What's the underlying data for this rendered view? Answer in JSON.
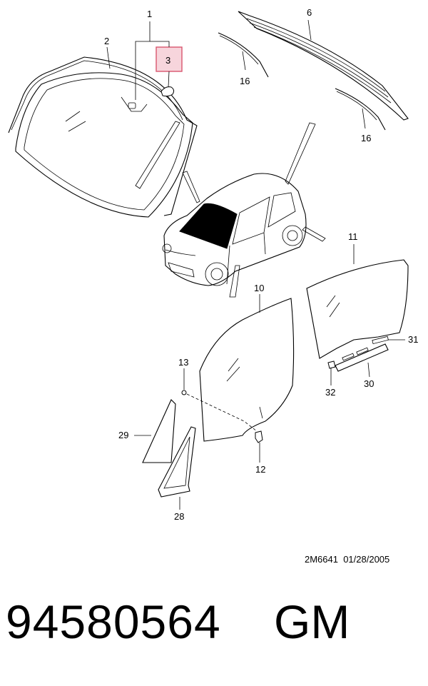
{
  "callouts": {
    "c1": "1",
    "c2": "2",
    "c3": "3",
    "c6": "6",
    "c16a": "16",
    "c16b": "16",
    "c10": "10",
    "c11": "11",
    "c13": "13",
    "c31": "31",
    "c29": "29",
    "c32": "32",
    "c30": "30",
    "c12": "12",
    "c28": "28"
  },
  "highlight_color": "#f7d5dc",
  "highlight_border": "#d9566e",
  "reference": "2M6641  01/28/2005",
  "part_number": "94580564",
  "brand": "GM"
}
